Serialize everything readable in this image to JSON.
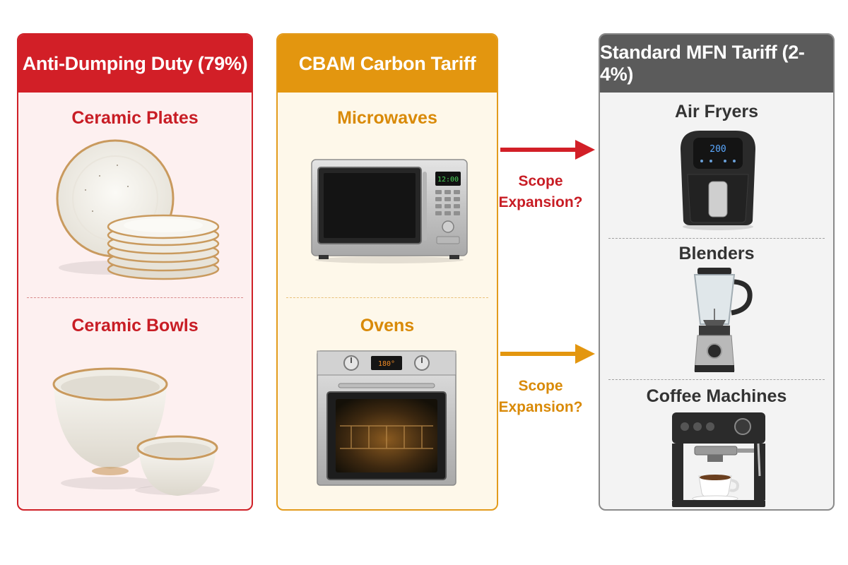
{
  "panels": {
    "anti_dumping": {
      "title": "Anti-Dumping Duty (79%)",
      "color": "#d21f27",
      "items": [
        "Ceramic Plates",
        "Ceramic Bowls"
      ]
    },
    "cbam": {
      "title": "CBAM Carbon Tariff",
      "color": "#e3960f",
      "items": [
        "Microwaves",
        "Ovens"
      ]
    },
    "mfn": {
      "title": "Standard MFN Tariff (2-4%)",
      "color": "#5b5b5b",
      "items": [
        "Air Fryers",
        "Blenders",
        "Coffee Machines"
      ]
    }
  },
  "displays": {
    "microwave": "12:00",
    "oven": "180°",
    "air_fryer": "200"
  },
  "arrows": [
    {
      "label_line1": "Scope",
      "label_line2": "Expansion?",
      "color": "#d21f27"
    },
    {
      "label_line1": "Scope",
      "label_line2": "Expansion?",
      "color": "#e3960f"
    }
  ]
}
